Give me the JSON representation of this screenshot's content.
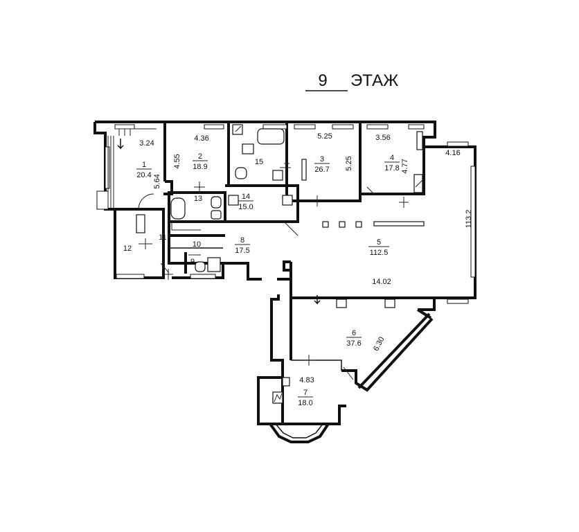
{
  "title": {
    "floor_number": "9",
    "word": "ЭТАЖ"
  },
  "rooms": [
    {
      "id": "room-1",
      "number": "1",
      "area": "20.4"
    },
    {
      "id": "room-2",
      "number": "2",
      "area": "18.9"
    },
    {
      "id": "room-3",
      "number": "3",
      "area": "26.7"
    },
    {
      "id": "room-4",
      "number": "4",
      "area": "17.8"
    },
    {
      "id": "room-5",
      "number": "5",
      "area": "112.5"
    },
    {
      "id": "room-6",
      "number": "6",
      "area": "37.6"
    },
    {
      "id": "room-7",
      "number": "7",
      "area": "18.0"
    },
    {
      "id": "room-8",
      "number": "8",
      "area": "17.5"
    },
    {
      "id": "room-9",
      "number": "9",
      "area": ""
    },
    {
      "id": "room-10",
      "number": "10",
      "area": ""
    },
    {
      "id": "room-11",
      "number": "11",
      "area": ""
    },
    {
      "id": "room-12",
      "number": "12",
      "area": ""
    },
    {
      "id": "room-13",
      "number": "13",
      "area": ""
    },
    {
      "id": "room-14",
      "number": "14",
      "area": "15.0"
    },
    {
      "id": "room-15",
      "number": "15",
      "area": ""
    }
  ],
  "dimensions": [
    "3.24",
    "5.64",
    "4.36",
    "4.55",
    "5.25",
    "5.25",
    "3.56",
    "4.77",
    "4.16",
    "113.2",
    "14.02",
    "6.30",
    "4.83"
  ]
}
